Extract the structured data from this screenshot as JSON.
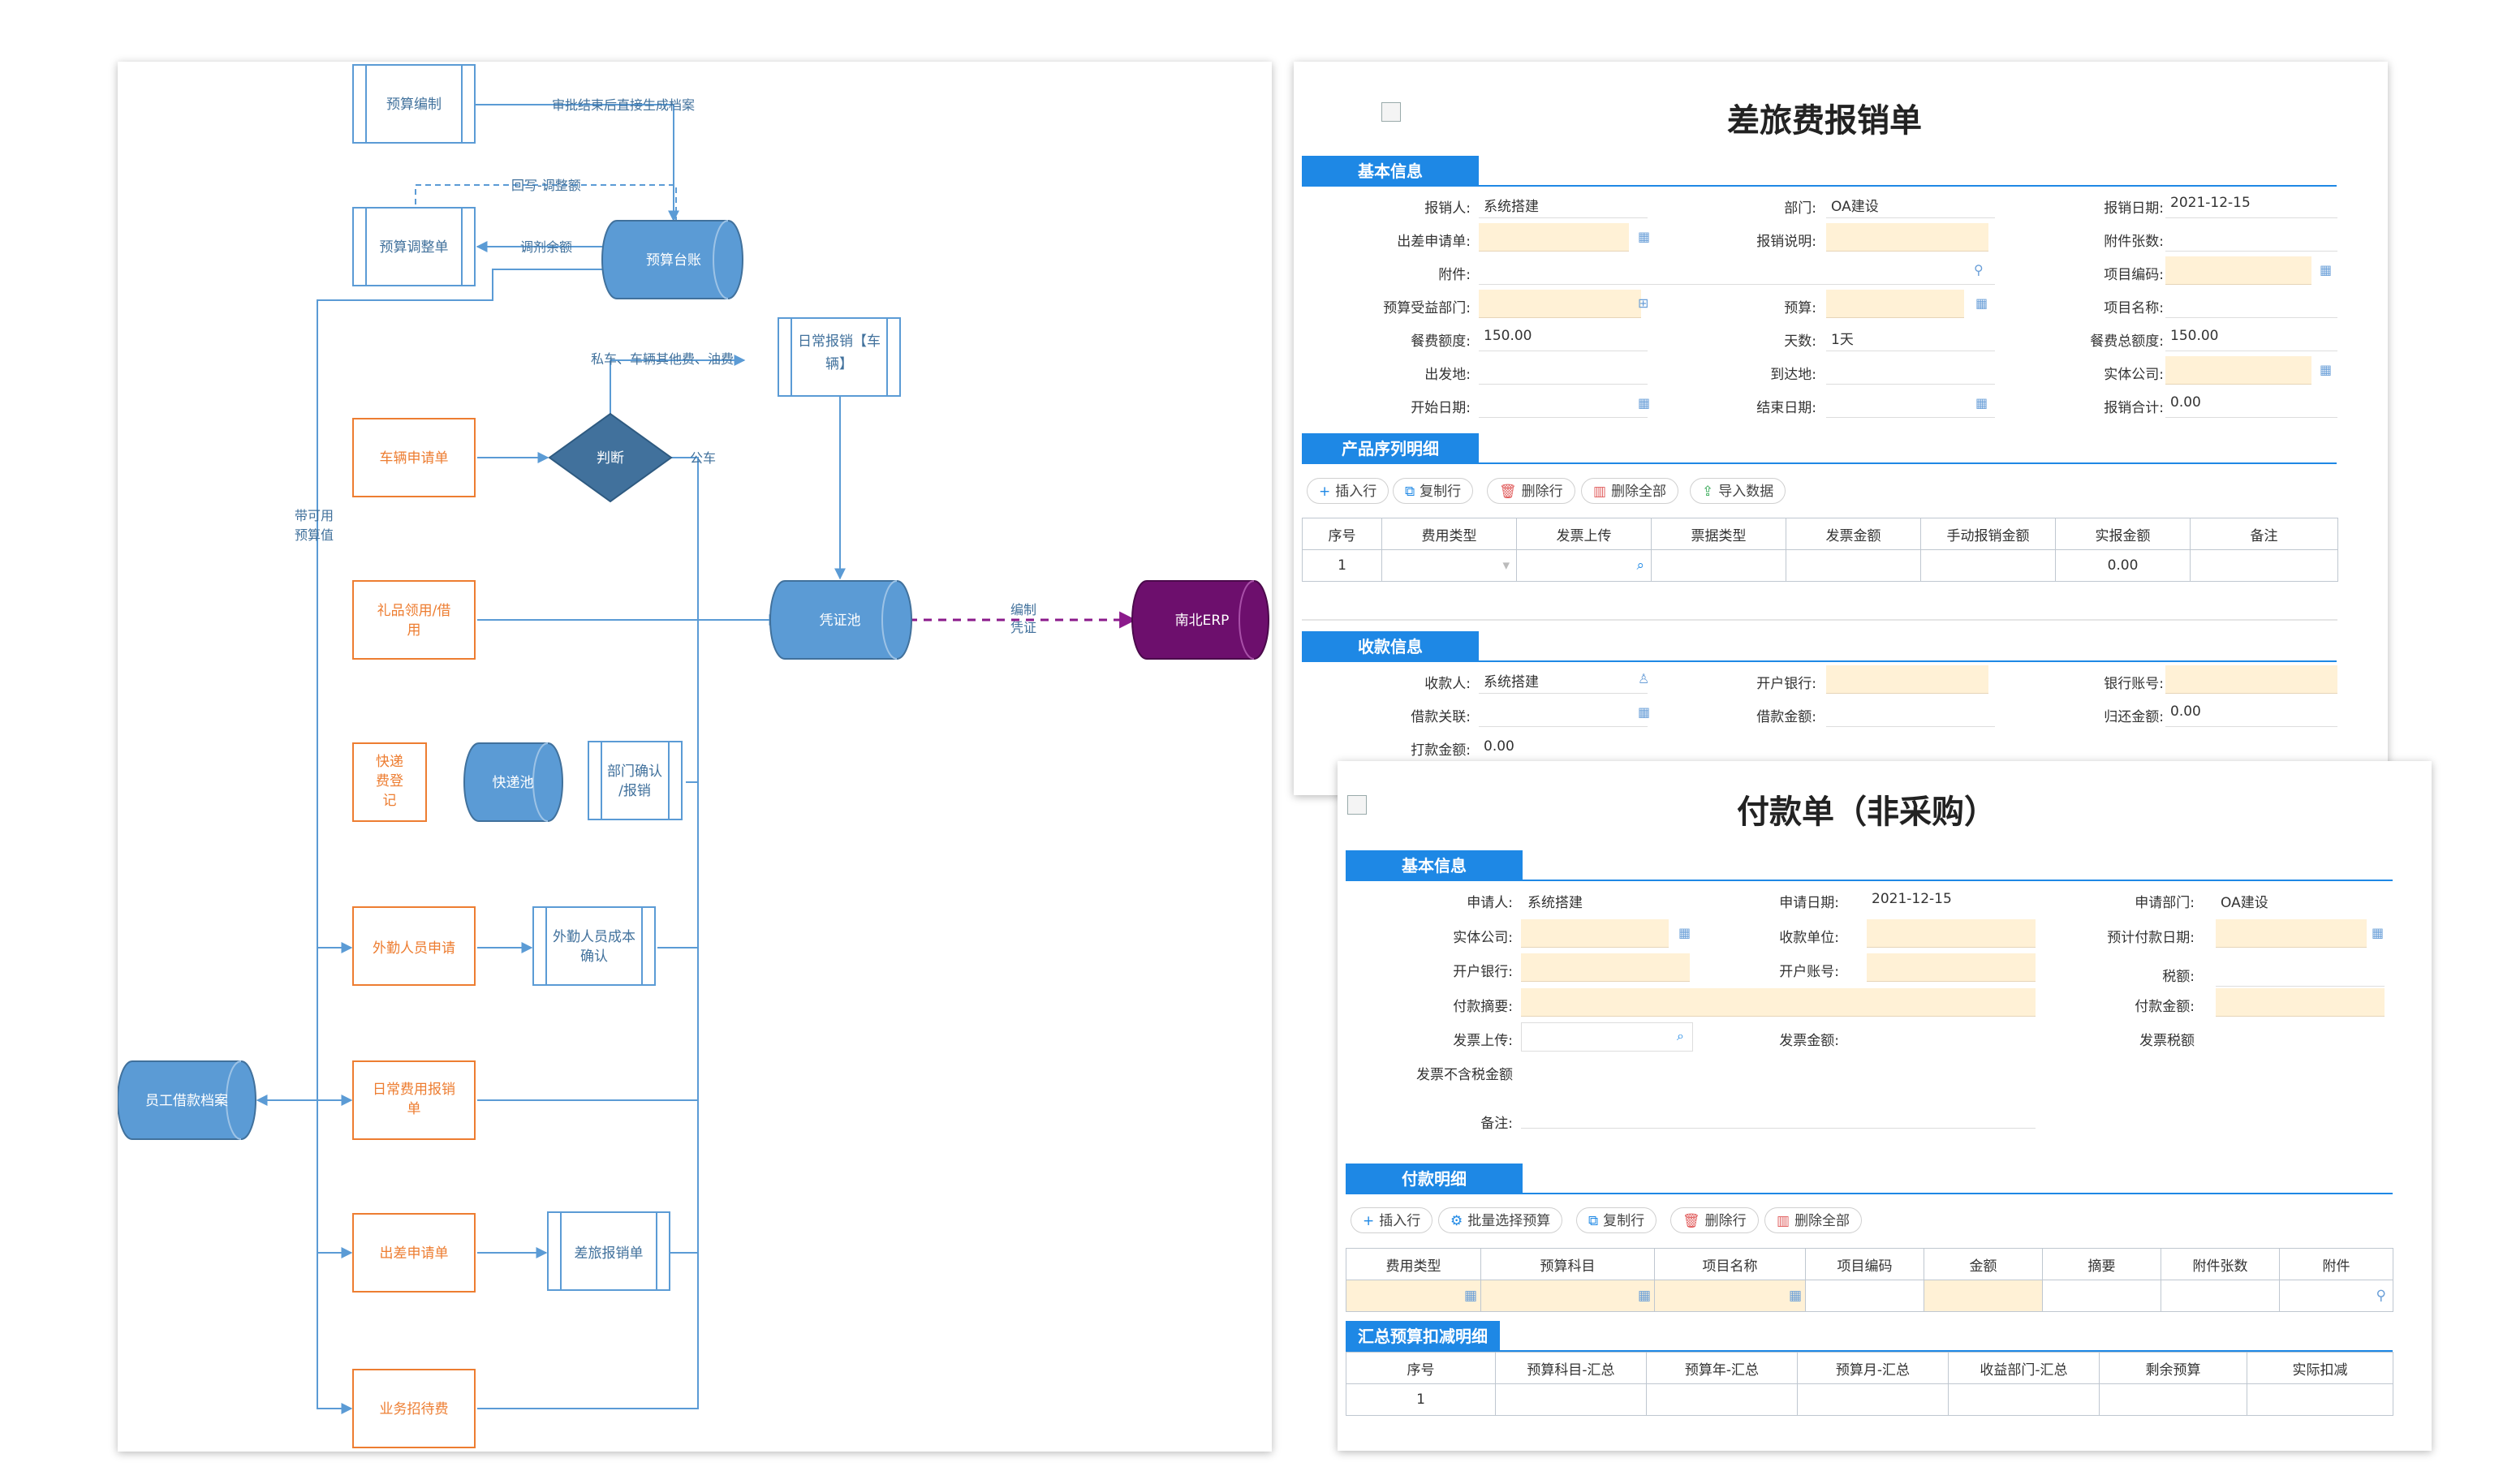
{
  "flowchart": {
    "nodes": {
      "budget_compile": "预算编制",
      "budget_adjust": "预算调整单",
      "budget_ledger": "预算台账",
      "daily_vehicle": "日常报销【车辆】",
      "vehicle_request": "车辆申请单",
      "judge": "判断",
      "gift": "礼品领用/借用",
      "voucher_pool": "凭证池",
      "erp": "南北ERP",
      "express_reg": "快递费登记",
      "express_pool": "快递池",
      "dept_confirm": "部门确认/报销",
      "field_apply": "外勤人员申请",
      "field_cost": "外勤人员成本确认",
      "employee_loan": "员工借款档案",
      "daily_expense": "日常费用报销单",
      "trip_request": "出差申请单",
      "travel_reimburse": "差旅报销单",
      "business_hosp": "业务招待费"
    },
    "edge_labels": {
      "auto_gen": "审批结束后直接生成档案",
      "writeback": "回写-调整额",
      "adjust_balance": "调剂余额",
      "private_car": "私车、车辆其他费、油费",
      "public_car": "公车",
      "voucher_gen_1": "编制",
      "voucher_gen_2": "凭证",
      "budget_ref_1": "带可用",
      "budget_ref_2": "预算值"
    },
    "colors": {
      "blue": "#5b9bd5",
      "orange": "#ed7d31",
      "purple": "#6d0f6d",
      "dark_blue": "#41719c"
    }
  },
  "form1": {
    "title": "差旅费报销单",
    "basic": {
      "section": "基本信息",
      "applicant_label": "报销人:",
      "applicant_value": "系统搭建",
      "dept_label": "部门:",
      "dept_value": "OA建设",
      "date_label": "报销日期:",
      "date_value": "2021-12-15",
      "trip_req_label": "出差申请单:",
      "desc_label": "报销说明:",
      "attach_count_label": "附件张数:",
      "attachment_label": "附件:",
      "project_code_label": "项目编码:",
      "budget_dept_label": "预算受益部门:",
      "budget_label": "预算:",
      "project_name_label": "项目名称:",
      "meal_label": "餐费额度:",
      "meal_value": "150.00",
      "days_label": "天数:",
      "days_value": "1天",
      "meal_total_label": "餐费总额度:",
      "meal_total_value": "150.00",
      "from_label": "出发地:",
      "to_label": "到达地:",
      "entity_label": "实体公司:",
      "start_label": "开始日期:",
      "end_label": "结束日期:",
      "total_label": "报销合计:",
      "total_value": "0.00"
    },
    "product": {
      "section": "产品序列明细",
      "buttons": [
        "插入行",
        "复制行",
        "删除行",
        "删除全部",
        "导入数据"
      ],
      "columns": [
        "序号",
        "费用类型",
        "发票上传",
        "票据类型",
        "发票金额",
        "手动报销金额",
        "实报金额",
        "备注"
      ],
      "rows": [
        [
          "1",
          "",
          "",
          "",
          "",
          "",
          "0.00",
          ""
        ]
      ]
    },
    "payee": {
      "section": "收款信息",
      "payee_label": "收款人:",
      "payee_value": "系统搭建",
      "bank_label": "开户银行:",
      "account_label": "银行账号:",
      "loan_label": "借款关联:",
      "loan_amount_label": "借款金额:",
      "return_label": "归还金额:",
      "return_value": "0.00",
      "pay_label": "打款金额:",
      "pay_value": "0.00"
    }
  },
  "form2": {
    "title": "付款单（非采购）",
    "basic": {
      "section": "基本信息",
      "applicant_label": "申请人:",
      "applicant_value": "系统搭建",
      "date_label": "申请日期:",
      "date_value": "2021-12-15",
      "dept_label": "申请部门:",
      "dept_value": "OA建设",
      "entity_label": "实体公司:",
      "payee_unit_label": "收款单位:",
      "expected_date_label": "预计付款日期:",
      "bank_label": "开户银行:",
      "account_label": "开户账号:",
      "tax_label": "税额:",
      "summary_label": "付款摘要:",
      "amount_label": "付款金额:",
      "invoice_upload_label": "发票上传:",
      "invoice_amount_label": "发票金额:",
      "invoice_tax_label": "发票税额",
      "invoice_notax_label": "发票不含税金额",
      "remark_label": "备注:"
    },
    "detail": {
      "section": "付款明细",
      "buttons": [
        "插入行",
        "批量选择预算",
        "复制行",
        "删除行",
        "删除全部"
      ],
      "columns": [
        "费用类型",
        "预算科目",
        "项目名称",
        "项目编码",
        "金额",
        "摘要",
        "附件张数",
        "附件"
      ]
    },
    "summary": {
      "section": "汇总预算扣减明细",
      "columns": [
        "序号",
        "预算科目-汇总",
        "预算年-汇总",
        "预算月-汇总",
        "收益部门-汇总",
        "剩余预算",
        "实际扣减"
      ],
      "rows": [
        [
          "1",
          "",
          "",
          "",
          "",
          "",
          ""
        ]
      ]
    }
  }
}
